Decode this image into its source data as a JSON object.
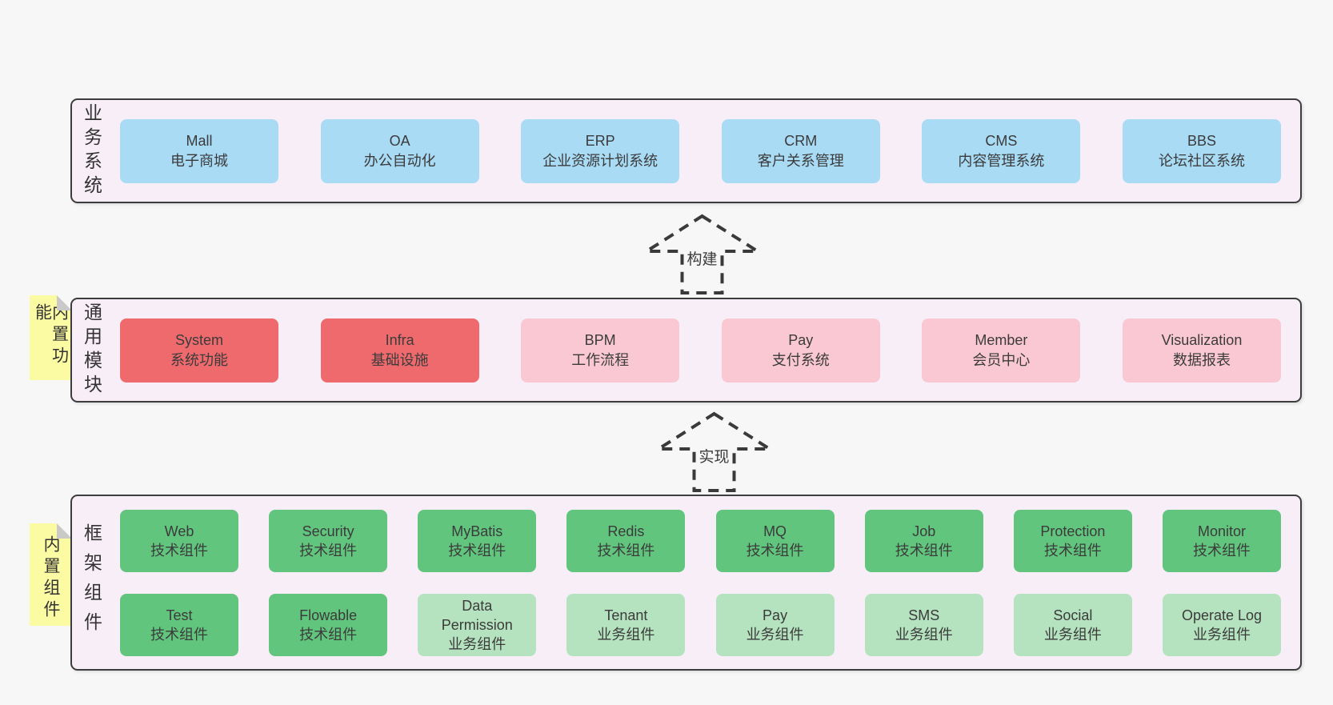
{
  "colors": {
    "page_bg": "#f7f7f7",
    "panel_bg": "#f8eef7",
    "panel_border": "#3d3d3d",
    "blue": "#a9dbf5",
    "red": "#ef6a6d",
    "pink": "#fac8d2",
    "green": "#62c57e",
    "green_light": "#b6e3bf",
    "sticky_yellow": "#fbfba3",
    "fold_gray": "#c9c9c9",
    "arrow_dash": "#3a3a3a",
    "text": "#3b3b3b"
  },
  "sections": [
    {
      "id": "business-systems",
      "side_label": "业务系统",
      "rows": [
        [
          {
            "name": "Mall",
            "subtitle": "电子商城",
            "variant": "blue"
          },
          {
            "name": "OA",
            "subtitle": "办公自动化",
            "variant": "blue"
          },
          {
            "name": "ERP",
            "subtitle": "企业资源计划系统",
            "variant": "blue"
          },
          {
            "name": "CRM",
            "subtitle": "客户关系管理",
            "variant": "blue"
          },
          {
            "name": "CMS",
            "subtitle": "内容管理系统",
            "variant": "blue"
          },
          {
            "name": "BBS",
            "subtitle": "论坛社区系统",
            "variant": "blue"
          }
        ]
      ]
    },
    {
      "id": "common-modules",
      "side_label": "通用模块",
      "sticky_note": "内置功能",
      "rows": [
        [
          {
            "name": "System",
            "subtitle": "系统功能",
            "variant": "red"
          },
          {
            "name": "Infra",
            "subtitle": "基础设施",
            "variant": "red"
          },
          {
            "name": "BPM",
            "subtitle": "工作流程",
            "variant": "pink"
          },
          {
            "name": "Pay",
            "subtitle": "支付系统",
            "variant": "pink"
          },
          {
            "name": "Member",
            "subtitle": "会员中心",
            "variant": "pink"
          },
          {
            "name": "Visualization",
            "subtitle": "数据报表",
            "variant": "pink"
          }
        ]
      ]
    },
    {
      "id": "framework-components",
      "side_label": "框架组件",
      "sticky_note": "内置组件",
      "rows": [
        [
          {
            "name": "Web",
            "subtitle": "技术组件",
            "variant": "green"
          },
          {
            "name": "Security",
            "subtitle": "技术组件",
            "variant": "green"
          },
          {
            "name": "MyBatis",
            "subtitle": "技术组件",
            "variant": "green"
          },
          {
            "name": "Redis",
            "subtitle": "技术组件",
            "variant": "green"
          },
          {
            "name": "MQ",
            "subtitle": "技术组件",
            "variant": "green"
          },
          {
            "name": "Job",
            "subtitle": "技术组件",
            "variant": "green"
          },
          {
            "name": "Protection",
            "subtitle": "技术组件",
            "variant": "green"
          },
          {
            "name": "Monitor",
            "subtitle": "技术组件",
            "variant": "green"
          }
        ],
        [
          {
            "name": "Test",
            "subtitle": "技术组件",
            "variant": "green"
          },
          {
            "name": "Flowable",
            "subtitle": "技术组件",
            "variant": "green"
          },
          {
            "name": "Data Permission",
            "subtitle": "业务组件",
            "variant": "green-light"
          },
          {
            "name": "Tenant",
            "subtitle": "业务组件",
            "variant": "green-light"
          },
          {
            "name": "Pay",
            "subtitle": "业务组件",
            "variant": "green-light"
          },
          {
            "name": "SMS",
            "subtitle": "业务组件",
            "variant": "green-light"
          },
          {
            "name": "Social",
            "subtitle": "业务组件",
            "variant": "green-light"
          },
          {
            "name": "Operate Log",
            "subtitle": "业务组件",
            "variant": "green-light"
          }
        ]
      ]
    }
  ],
  "arrows": [
    {
      "label": "构建"
    },
    {
      "label": "实现"
    }
  ]
}
